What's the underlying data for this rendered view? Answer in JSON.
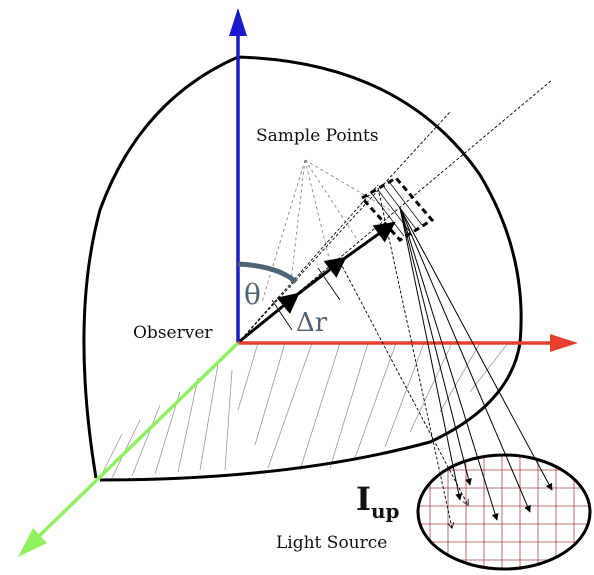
{
  "labels": {
    "sample_points": "Sample Points",
    "observer": "Observer",
    "theta": "θ",
    "delta_r": "Δr",
    "intensity_main": "I",
    "intensity_sub": "up",
    "light_source": "Light Source"
  },
  "colors": {
    "z_axis": "#1a1acc",
    "x_axis": "#e84030",
    "y_axis": "#8ff060",
    "outline": "#000000",
    "angle_marker": "#4e6474",
    "light_grid": "#b04048"
  }
}
